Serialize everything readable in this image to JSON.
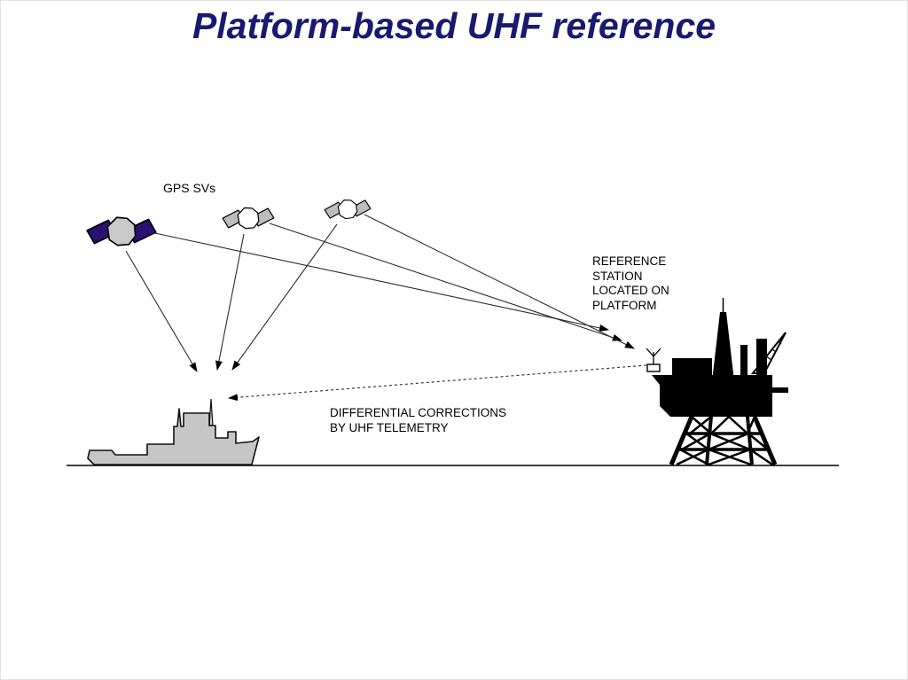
{
  "title": {
    "text": "Platform-based UHF reference",
    "color": "#191970"
  },
  "diagram": {
    "labels": {
      "gps_svs": "GPS SVs",
      "reference_station": "REFERENCE\nSTATION\nLOCATED ON\nPLATFORM",
      "differential_corrections": "DIFFERENTIAL CORRECTIONS\nBY UHF TELEMETRY"
    },
    "icons": {
      "satellites": [
        "gps-satellite-1-icon",
        "gps-satellite-2-icon",
        "gps-satellite-3-icon"
      ],
      "ship": "survey-vessel-icon",
      "platform": "oil-platform-icon",
      "antenna": "reference-antenna-icon"
    },
    "colors": {
      "title_navy": "#191970",
      "satellite1_panels": "#2a1173",
      "satellite1_body": "#c9c9c9",
      "satellite_light_body": "#ffffff",
      "satellite_gray_panels": "#bdbdbd",
      "ship_fill": "#c6c6c6",
      "silhouette_black": "#000000",
      "signal_line": "#2b2b2b",
      "background": "#ffffff"
    }
  }
}
